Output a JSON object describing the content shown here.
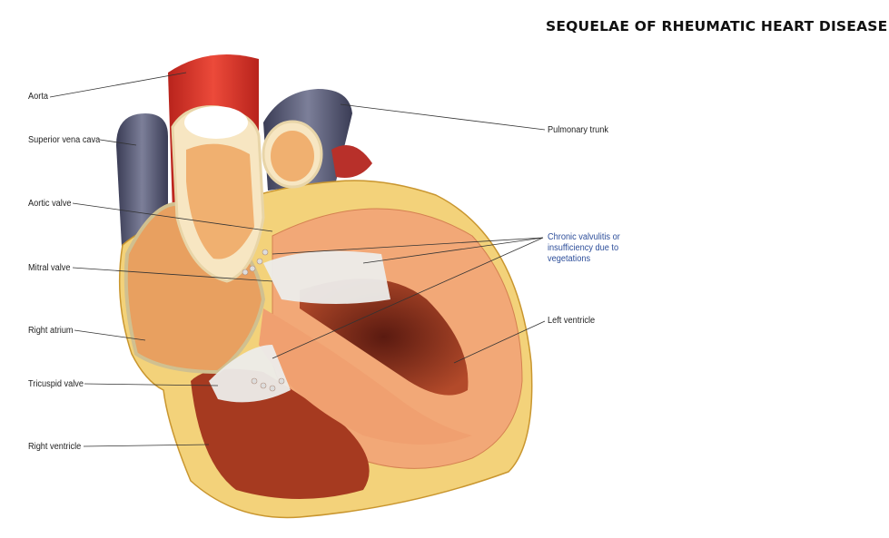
{
  "title": "SEQUELAE OF RHEUMATIC HEART DISEASE",
  "labels": {
    "aorta": "Aorta",
    "svc": "Superior vena cava",
    "aortic_valve": "Aortic valve",
    "mitral_valve": "Mitral valve",
    "right_atrium": "Right atrium",
    "tricuspid_valve": "Tricuspid valve",
    "right_ventricle": "Right ventricle",
    "pulmonary_trunk": "Pulmonary trunk",
    "chronic_1": "Chronic valvulitis or",
    "chronic_2": "insufficiency due to",
    "chronic_3": "vegetations",
    "left_ventricle": "Left ventricle"
  },
  "colors": {
    "label_blue": "#2d4e9a",
    "aorta": "#d8342a",
    "vein": "#4a4d66",
    "fat": "#f3d27a",
    "muscle": "#f2a877"
  }
}
